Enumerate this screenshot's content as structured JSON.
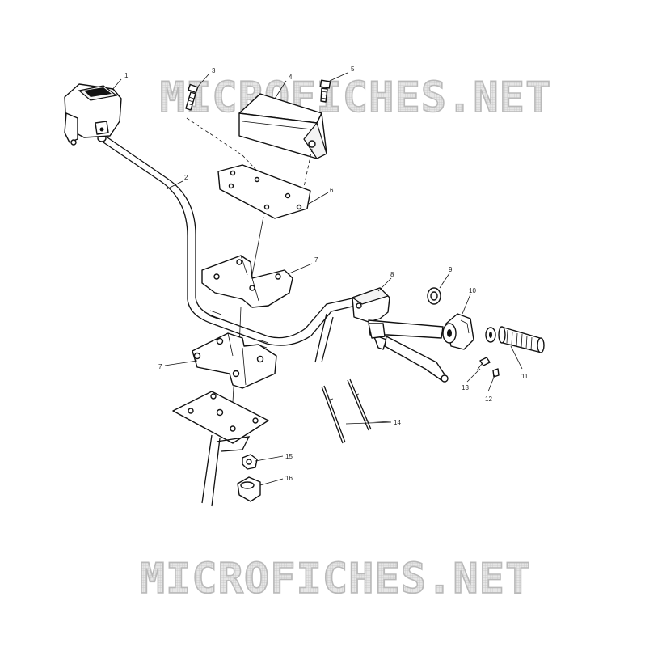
{
  "watermark": {
    "top": "MICROFICHES.NET",
    "bottom": "MICROFICHES.NET"
  },
  "callouts": [
    {
      "id": "c1",
      "label": "1"
    },
    {
      "id": "c2",
      "label": "2"
    },
    {
      "id": "c3",
      "label": "3"
    },
    {
      "id": "c4",
      "label": "4"
    },
    {
      "id": "c5",
      "label": "5"
    },
    {
      "id": "c6",
      "label": "6"
    },
    {
      "id": "c7a",
      "label": "7"
    },
    {
      "id": "c7b",
      "label": "7"
    },
    {
      "id": "c8",
      "label": "8"
    },
    {
      "id": "c9",
      "label": "9"
    },
    {
      "id": "c10",
      "label": "10"
    },
    {
      "id": "c11",
      "label": "11"
    },
    {
      "id": "c12",
      "label": "12"
    },
    {
      "id": "c13",
      "label": "13"
    },
    {
      "id": "c14",
      "label": "14"
    },
    {
      "id": "c15",
      "label": "15"
    },
    {
      "id": "c16",
      "label": "16"
    }
  ]
}
